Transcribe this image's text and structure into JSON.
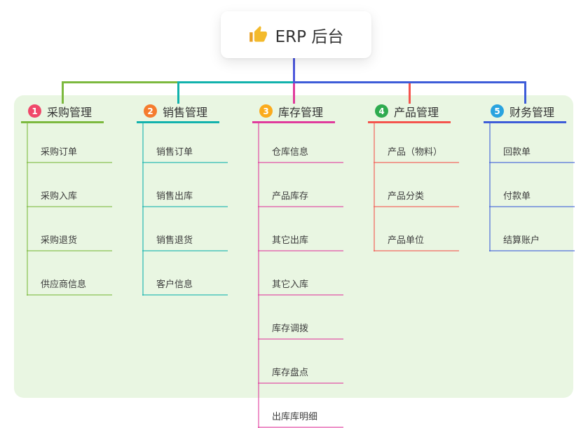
{
  "root": {
    "label": "ERP 后台",
    "icon": "thumbs-up-icon",
    "line_color": "#4c57dd"
  },
  "panel": {
    "background": "#e9f6e2"
  },
  "branches": [
    {
      "badge": "1",
      "badge_color": "#f0486a",
      "line_color": "#7cb93e",
      "label": "采购管理",
      "children": [
        "采购订单",
        "采购入库",
        "采购退货",
        "供应商信息"
      ]
    },
    {
      "badge": "2",
      "badge_color": "#f57c2e",
      "line_color": "#12b2ad",
      "label": "销售管理",
      "children": [
        "销售订单",
        "销售出库",
        "销售退货",
        "客户信息"
      ]
    },
    {
      "badge": "3",
      "badge_color": "#fbab1c",
      "line_color": "#e03b9c",
      "label": "库存管理",
      "children": [
        "仓库信息",
        "产品库存",
        "其它出库",
        "其它入库",
        "库存调拨",
        "库存盘点",
        "出库库明细"
      ]
    },
    {
      "badge": "4",
      "badge_color": "#2eab4f",
      "line_color": "#f4544d",
      "label": "产品管理",
      "children": [
        "产品（物料）",
        "产品分类",
        "产品单位"
      ]
    },
    {
      "badge": "5",
      "badge_color": "#29a3df",
      "line_color": "#3d5cd8",
      "label": "财务管理",
      "children": [
        "回款单",
        "付款单",
        "结算账户"
      ]
    }
  ]
}
